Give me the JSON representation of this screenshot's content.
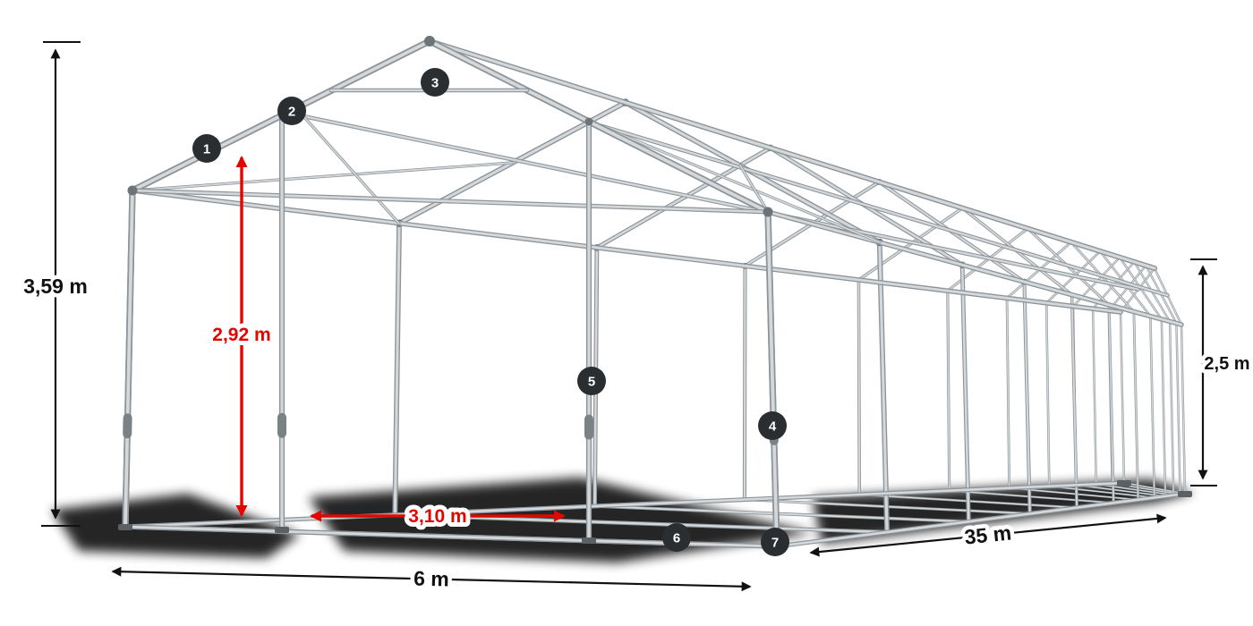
{
  "diagram": {
    "type": "tent-frame-construction-drawing",
    "dimension_labels": {
      "total_height": "3,59 m",
      "entrance_height": "2,92 m",
      "entrance_width": "3,10 m",
      "rear_side_height": "2,5 m",
      "front_width": "6 m",
      "side_length": "35 m"
    },
    "markers": [
      {
        "label": "1"
      },
      {
        "label": "2"
      },
      {
        "label": "3"
      },
      {
        "label": "4"
      },
      {
        "label": "5"
      },
      {
        "label": "6"
      },
      {
        "label": "7"
      }
    ],
    "colors": {
      "background": "#ffffff",
      "dimension_text": "#111111",
      "highlight_red": "#e10600",
      "marker_background": "#2b2e31",
      "marker_text": "#ffffff",
      "tube_light": "#d4d8da",
      "tube_dark": "#8e959a",
      "joint": "#6d7478",
      "sleeve": "#7b8286",
      "base_plate": "#5a6064",
      "shadow": "#000000"
    }
  }
}
